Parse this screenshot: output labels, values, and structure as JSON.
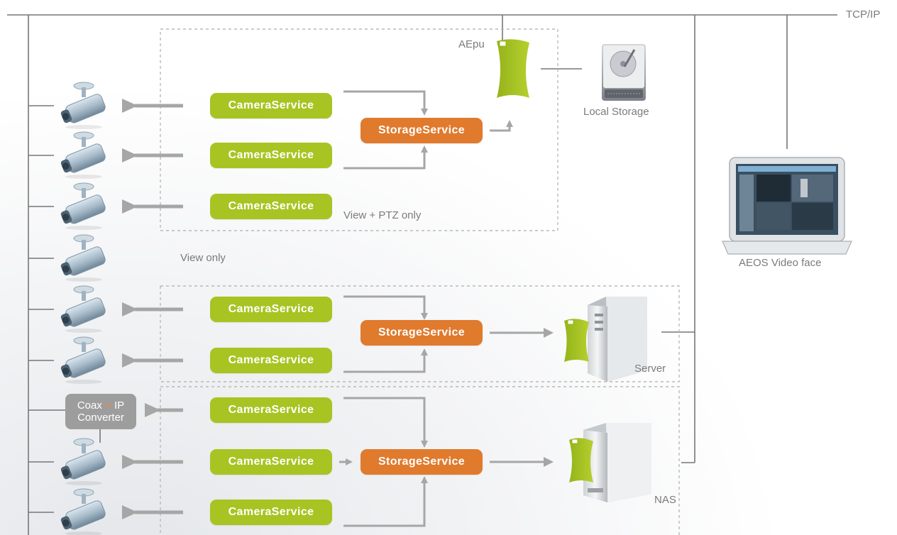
{
  "network_label": "TCP/IP",
  "service_labels": {
    "camera": "CameraService",
    "storage": "StorageService"
  },
  "devices": {
    "aepu": "AEpu",
    "local_storage": "Local Storage",
    "server": "Server",
    "nas": "NAS",
    "client": "AEOS Video face"
  },
  "notes": {
    "view_ptz": "View + PTZ only",
    "view_only": "View only"
  },
  "converter": {
    "line1_left": "Coax",
    "separator": ">",
    "line1_right": "IP",
    "line2": "Converter"
  },
  "colors": {
    "camera_service": "#a7c422",
    "storage_service": "#e07a2d",
    "aepu_green": "#a7c422",
    "line": "#777777",
    "arrow": "#a6a6a6",
    "dashed_box": "#b9b9b9",
    "converter": "#9d9d9d"
  },
  "icons": [
    "camera-icon",
    "hard-disk-icon",
    "server-tower-icon",
    "nas-box-icon",
    "laptop-icon",
    "aepu-card-icon"
  ]
}
